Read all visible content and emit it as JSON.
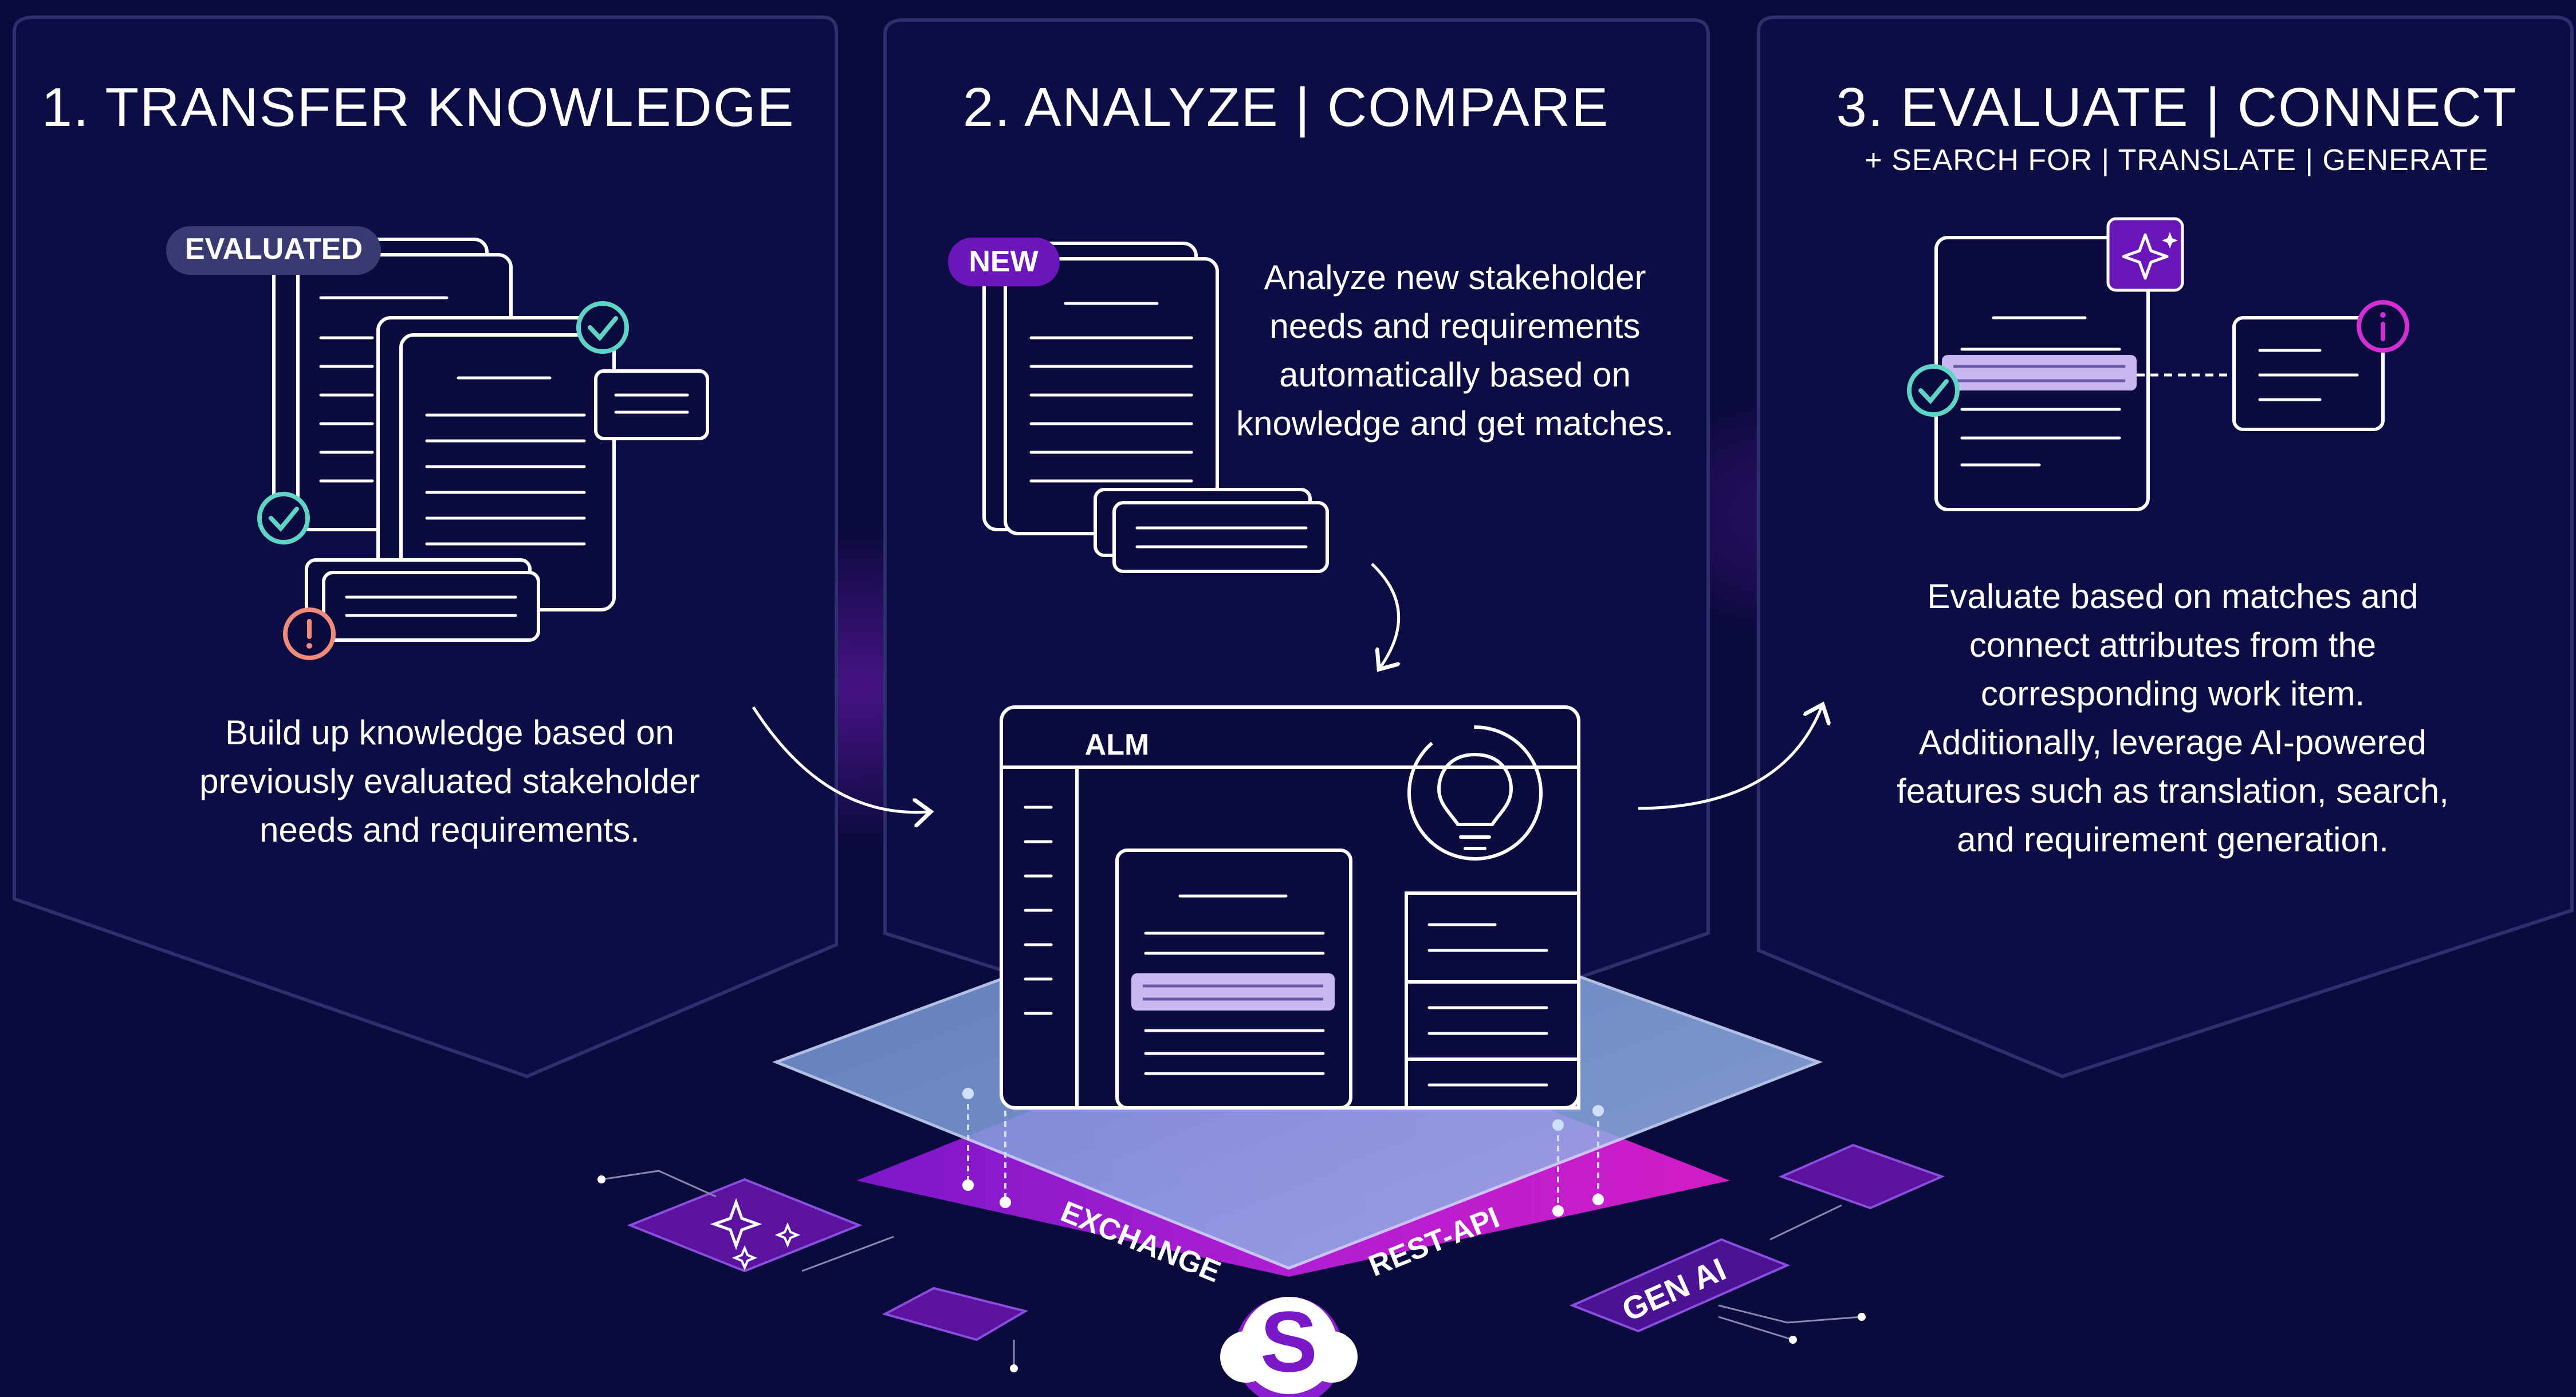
{
  "panels": [
    {
      "title": "1. TRANSFER KNOWLEDGE",
      "badge": "EVALUATED",
      "body": [
        "Build up knowledge based on",
        "previously evaluated stakeholder",
        "needs and requirements."
      ]
    },
    {
      "title": "2. ANALYZE | COMPARE",
      "badge": "NEW",
      "body": [
        "Analyze new stakeholder",
        "needs and requirements",
        "automatically based on",
        "knowledge and get matches."
      ]
    },
    {
      "title": "3. EVALUATE | CONNECT",
      "subtitle": "+ SEARCH FOR | TRANSLATE | GENERATE",
      "body": [
        "Evaluate based on matches and",
        "connect attributes from the",
        "corresponding work item.",
        "Additionally, leverage AI-powered",
        "features such as translation, search,",
        "and requirement generation."
      ]
    }
  ],
  "alm": {
    "label": "ALM"
  },
  "platform": {
    "left_label": "EXCHANGE",
    "right_label": "REST-API",
    "gen_ai_label": "GEN AI",
    "logo_letter": "S"
  },
  "colors": {
    "background": "#0a0a3c",
    "panel": "#0d0d46",
    "accent_purple": "#8a1fd1",
    "accent_magenta": "#c21cc9",
    "check_teal": "#5fd3c4",
    "warning_coral": "#f08a7a",
    "info_magenta": "#d12fd1",
    "highlight_lavender": "#c9b8f0",
    "glass_blue": "#8fb3e8"
  },
  "icons": [
    "check-icon",
    "warning-icon",
    "info-icon",
    "sparkle-icon",
    "lightbulb-icon",
    "stars-icon"
  ]
}
